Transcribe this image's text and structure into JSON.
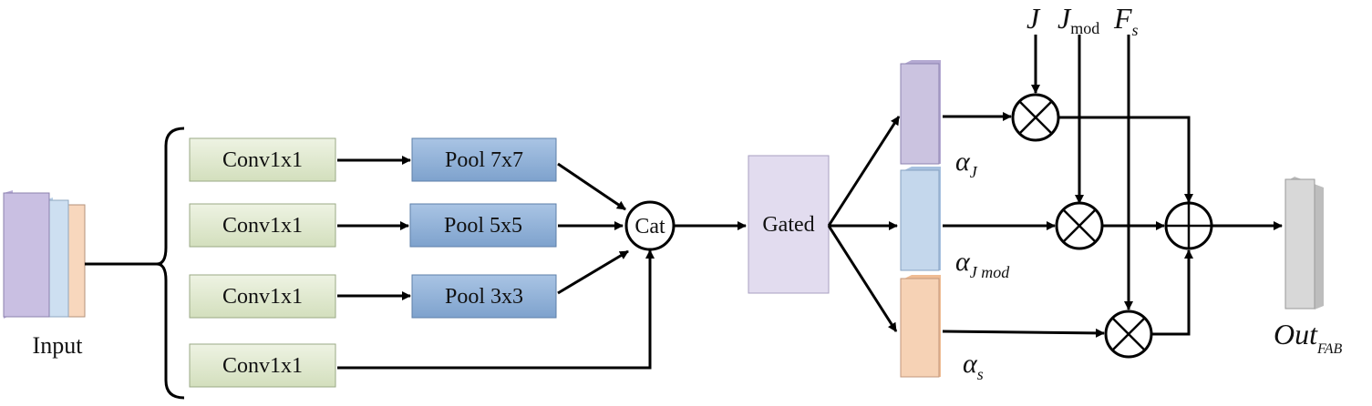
{
  "input": {
    "label": "Input"
  },
  "conv_boxes": [
    {
      "label": "Conv1x1"
    },
    {
      "label": "Conv1x1"
    },
    {
      "label": "Conv1x1"
    },
    {
      "label": "Conv1x1"
    }
  ],
  "pool_boxes": [
    {
      "label": "Pool 7x7"
    },
    {
      "label": "Pool 5x5"
    },
    {
      "label": "Pool 3x3"
    }
  ],
  "cat": {
    "label": "Cat"
  },
  "gated": {
    "label": "Gated"
  },
  "alphas": {
    "j": {
      "base": "α",
      "sub": "J"
    },
    "jmod": {
      "base": "α",
      "sub": "J mod"
    },
    "s": {
      "base": "α",
      "sub": "s"
    }
  },
  "top_inputs": {
    "j": {
      "base": "J"
    },
    "jmod": {
      "base": "J",
      "sub": "mod"
    },
    "fs": {
      "base": "F",
      "sub": "s"
    }
  },
  "output": {
    "base": "Out",
    "sub": "FAB"
  },
  "colors": {
    "conv_fill": "#e0e8cf",
    "pool_fill": "#8fb0d6",
    "gated_fill": "#e4def0",
    "map_purple": "#cbc3e0",
    "map_blue": "#c3d6ec",
    "map_orange": "#f6d2b5",
    "map_gray": "#d6d6d6"
  }
}
